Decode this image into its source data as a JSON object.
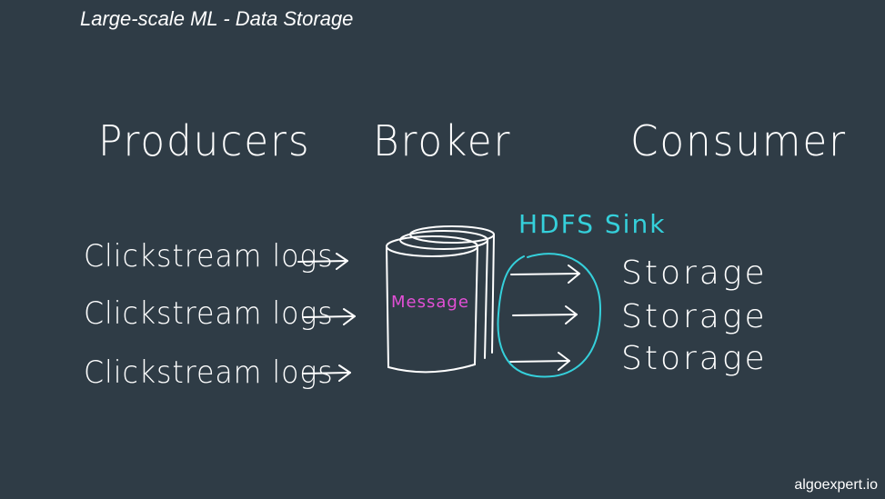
{
  "slide": {
    "title": "Large-scale ML - Data Storage",
    "watermark": "algoexpert.io"
  },
  "headers": {
    "producers": "Producers",
    "broker": "Broker",
    "consumer": "Consumer"
  },
  "producers": [
    "Clickstream logs",
    "Clickstream logs",
    "Clickstream logs"
  ],
  "broker": {
    "message_label": "Message",
    "sink_label": "HDFS Sink"
  },
  "consumers": [
    "Storage",
    "Storage",
    "Storage"
  ],
  "colors": {
    "background": "#2f3c46",
    "ink": "#ffffff",
    "sink": "#35d0db",
    "message": "#e24fd6"
  }
}
